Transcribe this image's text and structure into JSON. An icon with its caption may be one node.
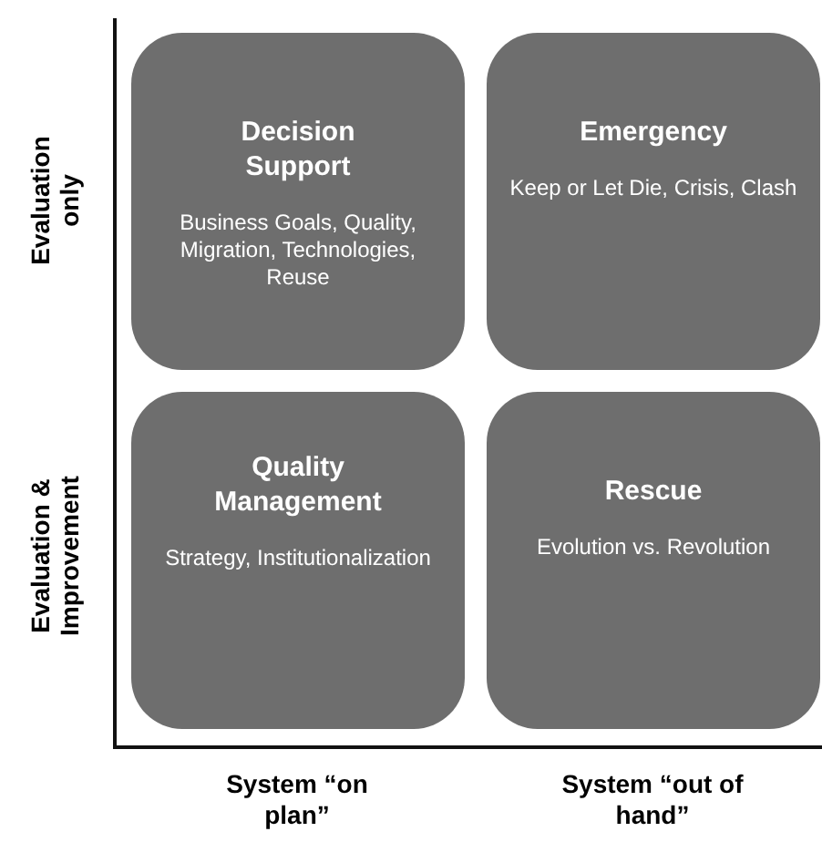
{
  "diagram": {
    "nodes": [
      {
        "text": [
          "Decision Support",
          "Business Goals, Quality, Migration, Technologies, Reuse"
        ]
      },
      {
        "text": [
          "Emergency",
          "Keep or Let Die, Crisis, Clash"
        ]
      },
      {
        "text": [
          "Quality Management",
          "Strategy, Institutionalization"
        ]
      },
      {
        "text": [
          "Rescue",
          "Evolution vs. Revolution"
        ]
      }
    ],
    "edges": [],
    "labels": [
      "Evaluation only",
      "Evaluation & Improvement",
      "System “on plan”",
      "System “out of hand”"
    ]
  }
}
